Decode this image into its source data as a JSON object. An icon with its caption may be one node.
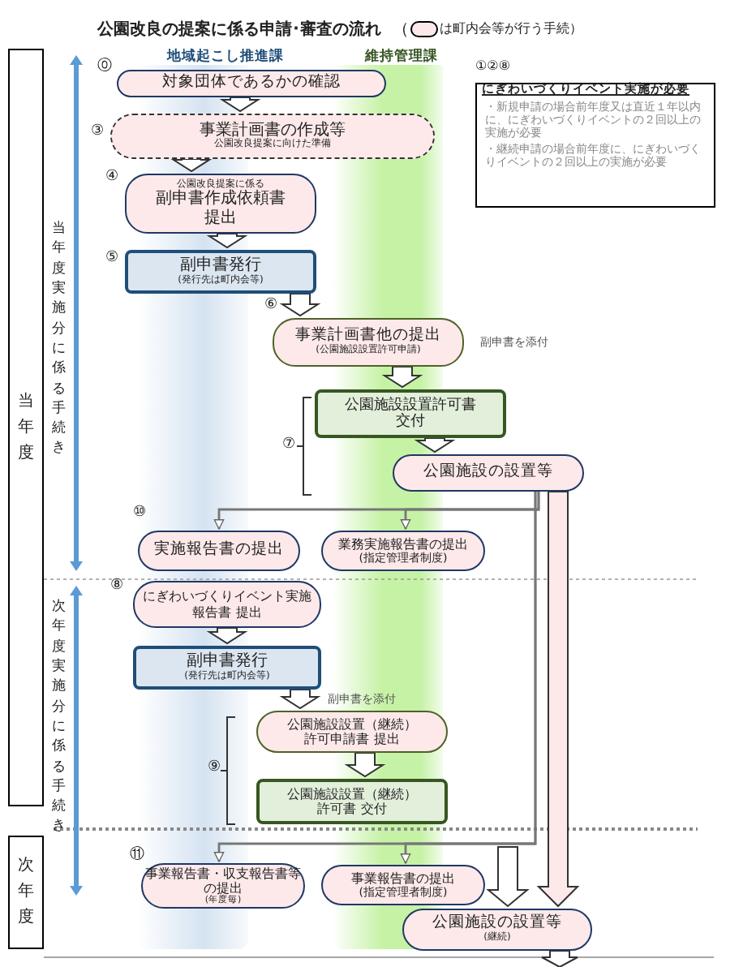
{
  "diagram": {
    "title": "公園改良の提案に係る申請･審査の流れ",
    "nodes": [
      {
        "text": [
          "当年度"
        ]
      },
      {
        "text": [
          "対象団体であるかの確認"
        ],
        "beside": [
          "⓪"
        ]
      },
      {
        "text": [
          "事業計画書の作成等",
          "公園改良提案に向けた準備"
        ],
        "beside": [
          "③"
        ]
      },
      {
        "text": [
          "公園改良提案に係る",
          "副申書作成依頼書提出"
        ],
        "beside": [
          "④"
        ]
      },
      {
        "text": [
          "副申書発行",
          "(発行先は町内会等)"
        ],
        "beside": [
          "⑤"
        ]
      },
      {
        "text": [
          "事業計画書他の提出",
          "(公園施設設置許可申請)"
        ],
        "beside": [
          "副申書を添付"
        ]
      },
      {
        "text": [
          "公園施設設置許可書交付"
        ]
      },
      {
        "text": [
          "公園施設の設置等"
        ]
      },
      {
        "text": [
          "実施報告書の提出"
        ]
      },
      {
        "text": [
          "業務実施報告書の提出",
          "(指定管理者制度)"
        ]
      },
      {
        "text": [
          "にぎわいづくりイベント実施報告書 提出"
        ],
        "beside": [
          "⑧"
        ]
      },
      {
        "text": [
          "副申書発行",
          "(発行先は町内会等)"
        ]
      },
      {
        "text": [
          "公園施設設置（継続）許可申請書 提出"
        ],
        "beside": [
          "副申書を添付"
        ]
      },
      {
        "text": [
          "公園施設設置（継続）許可書 交付"
        ]
      },
      {
        "text": [
          "次年度"
        ]
      },
      {
        "text": [
          "事業報告書・収支報告書等の提出",
          "(年度毎)"
        ]
      },
      {
        "text": [
          "事業報告書の提出",
          "(指定管理者制度)"
        ]
      },
      {
        "text": [
          "公園施設の設置等",
          "(継続)"
        ]
      },
      {
        "text": [
          "①②⑧",
          "にぎわいづくりイベント実施が必要",
          "・新規申請の場合前年度又は直近１年以内に、にぎわいづくりイベントの２回以上の実施が必要",
          "・継続申請の場合前年度に、にぎわいづくりイベントの２回以上の実施が必要"
        ]
      }
    ],
    "edges": [
      {
        "from": 1,
        "to": 2,
        "arrow": "to"
      },
      {
        "from": 2,
        "to": 3,
        "arrow": "to"
      },
      {
        "from": 3,
        "to": 4,
        "arrow": "to"
      },
      {
        "from": 4,
        "to": 5,
        "arrow": "to",
        "label": "⑥"
      },
      {
        "from": 5,
        "to": 6,
        "arrow": "to"
      },
      {
        "from": 6,
        "to": 7,
        "arrow": "to"
      },
      {
        "from": 7,
        "to": 8,
        "arrow": "to"
      },
      {
        "from": 7,
        "to": 9,
        "arrow": "to"
      },
      {
        "from": 7,
        "to": 17,
        "arrow": "to"
      },
      {
        "from": 10,
        "to": 11,
        "arrow": "to"
      },
      {
        "from": 11,
        "to": 12,
        "arrow": "to"
      },
      {
        "from": 12,
        "to": 13,
        "arrow": "to"
      },
      {
        "from": 7,
        "to": 15,
        "arrow": "to"
      },
      {
        "from": 7,
        "to": 16,
        "arrow": "to"
      },
      {
        "from": null,
        "to": 17,
        "arrow": "to"
      },
      {
        "from": 17,
        "to": null,
        "arrow": "to"
      }
    ],
    "labels": [
      "（",
      "地域起こし推進課",
      "維持管理課",
      "当年度実施分に係る手続き",
      "⑦",
      "⑩",
      "次年度実施分に係る手続き",
      "⑨",
      "⑪"
    ],
    "legend": [
      {
        "text": "は町内会等が行う手続）",
        "color": "#fde9ea"
      }
    ]
  }
}
